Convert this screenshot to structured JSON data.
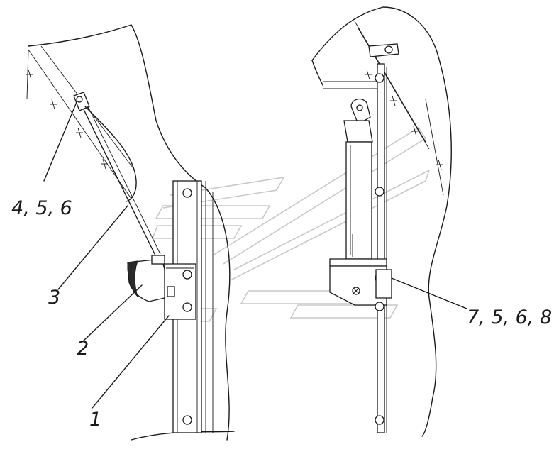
{
  "callouts": {
    "c1": "1",
    "c2": "2",
    "c3": "3",
    "c4": "4, 5, 6",
    "c7": "7, 5, 6, 8"
  },
  "colors": {
    "ink": "#1a1a1a",
    "watermark": "#c9c9c9",
    "background": "#ffffff"
  }
}
